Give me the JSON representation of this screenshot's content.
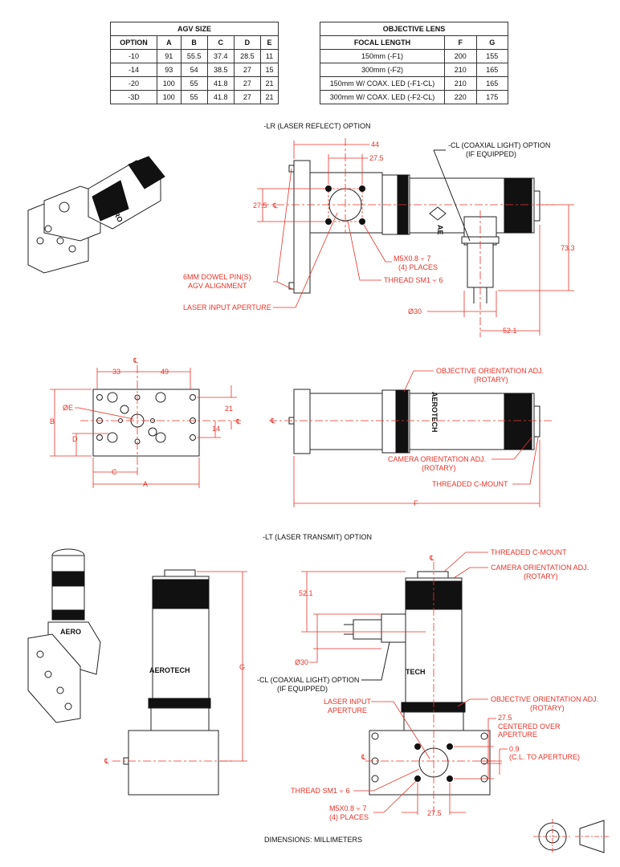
{
  "agv_table": {
    "title": "AGV SIZE",
    "headers": [
      "OPTION",
      "A",
      "B",
      "C",
      "D",
      "E"
    ],
    "rows": [
      [
        "-10",
        "91",
        "55.5",
        "37.4",
        "28.5",
        "11"
      ],
      [
        "-14",
        "93",
        "54",
        "38.5",
        "27",
        "15"
      ],
      [
        "-20",
        "100",
        "55",
        "41.8",
        "27",
        "21"
      ],
      [
        "-3D",
        "100",
        "55",
        "41.8",
        "27",
        "21"
      ]
    ]
  },
  "objective_table": {
    "title": "OBJECTIVE LENS",
    "headers": [
      "FOCAL LENGTH",
      "F",
      "G"
    ],
    "rows": [
      [
        "150mm (-F1)",
        "200",
        "155"
      ],
      [
        "300mm (-F2)",
        "210",
        "165"
      ],
      [
        "150mm W/ COAX. LED (-F1-CL)",
        "210",
        "165"
      ],
      [
        "300mm W/ COAX. LED (-F2-CL)",
        "220",
        "175"
      ]
    ]
  },
  "lr_section": {
    "title": "-LR (LASER REFLECT) OPTION",
    "dim_44": "44",
    "dim_27_5_top": "27.5",
    "dim_27_5_left": "27.5",
    "centerline": "℄",
    "coax_line1": "-CL (COAXIAL LIGHT) OPTION",
    "coax_line2": "(IF EQUIPPED)",
    "dim_73_3": "73.3",
    "m5_line1": "M5X0.8 ⫟ 7",
    "m5_line2": "(4) PLACES",
    "thread": "THREAD SM1 ⫟ 6",
    "dowel_line1": "6MM DOWEL PIN(S)",
    "dowel_line2": "AGV ALIGNMENT",
    "laser_input": "LASER INPUT APERTURE",
    "dia_30": "Ø30",
    "dim_52_1": "52.1",
    "brand_partial": "AE"
  },
  "middle_section": {
    "dim_33": "33",
    "dim_49": "49",
    "centerline": "℄",
    "dia_e": "ØE",
    "dim_b": "B",
    "dim_d": "D",
    "dim_21": "21",
    "dim_14": "14",
    "dim_c": "C",
    "dim_a": "A",
    "objective_adj_line1": "OBJECTIVE ORIENTATION ADJ.",
    "objective_adj_line2": "(ROTARY)",
    "camera_adj_line1": "CAMERA ORIENTATION ADJ.",
    "camera_adj_line2": "(ROTARY)",
    "c_mount": "THREADED C-MOUNT",
    "dim_f": "F",
    "brand": "AEROTECH"
  },
  "lt_section": {
    "title": "-LT (LASER TRANSMIT) OPTION",
    "dim_g": "G",
    "brand": "AEROTECH",
    "brand_partial": "TECH",
    "c_mount": "THREADED C-MOUNT",
    "camera_adj_line1": "CAMERA ORIENTATION ADJ.",
    "camera_adj_line2": "(ROTARY)",
    "dim_52_1": "52.1",
    "dia_30": "Ø30",
    "coax_line1": "-CL (COAXIAL LIGHT) OPTION",
    "coax_line2": "(IF EQUIPPED)",
    "laser_line1": "LASER INPUT",
    "laser_line2": "APERTURE",
    "objective_adj_line1": "OBJECTIVE ORIENTATION ADJ.",
    "objective_adj_line2": "(ROTARY)",
    "centered_line1": "27.5",
    "centered_line2": "CENTERED OVER",
    "centered_line3": "APERTURE",
    "offset_line1": "0.9",
    "offset_line2": "(C.L. TO APERTURE)",
    "thread": "THREAD SM1 ⫟ 6",
    "m5_line1": "M5X0.8 ⫟ 7",
    "m5_line2": "(4) PLACES",
    "dim_27_5": "27.5",
    "centerline": "℄"
  },
  "footer": {
    "units": "DIMENSIONS:  MILLIMETERS"
  },
  "colors": {
    "dimension": "#e8332a",
    "outline": "#222222"
  }
}
